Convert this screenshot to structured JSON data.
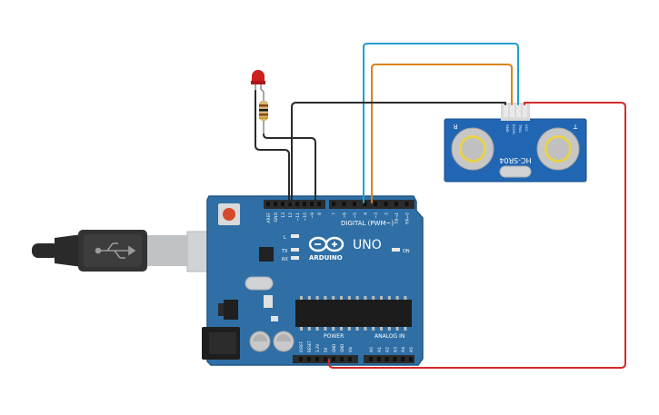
{
  "colors": {
    "board": "#2f6fa6",
    "board_edge": "#1f5686",
    "header": "#2b2b2b",
    "sensor_board": "#2166b2",
    "wire_blue": "#1e9fd6",
    "wire_orange": "#d9831b",
    "wire_black": "#2a2a2a",
    "wire_red": "#d42a2a",
    "led_red": "#cc1f1f"
  },
  "arduino": {
    "digital_label": "DIGITAL (PWM~)",
    "uno_label": "UNO",
    "logo_text": "ARDUINO",
    "on_label": "ON",
    "power_label": "POWER",
    "analog_label": "ANALOG IN",
    "tx_label": "TX",
    "rx_label": "RX",
    "l_label": "L",
    "digital_pins": [
      "AREF",
      "GND",
      "13",
      "12",
      "~11",
      "~10",
      "~9",
      "8",
      "7",
      "~6",
      "~5",
      "4",
      "~3",
      "2",
      "TX→1",
      "RX←0"
    ],
    "power_pins": [
      "IOREF",
      "RESET",
      "3.3V",
      "5V",
      "GND",
      "GND",
      "Vin"
    ],
    "analog_pins": [
      "A0",
      "A1",
      "A2",
      "A3",
      "A4",
      "A5"
    ]
  },
  "sensor": {
    "model": "HC-SR04",
    "left_label": "R",
    "right_label": "T",
    "pins": [
      "GND",
      "ECHO",
      "TRIG",
      "VCC"
    ]
  },
  "icons": {
    "usb": "usb-icon",
    "infinity_logo": "arduino-logo-icon"
  }
}
